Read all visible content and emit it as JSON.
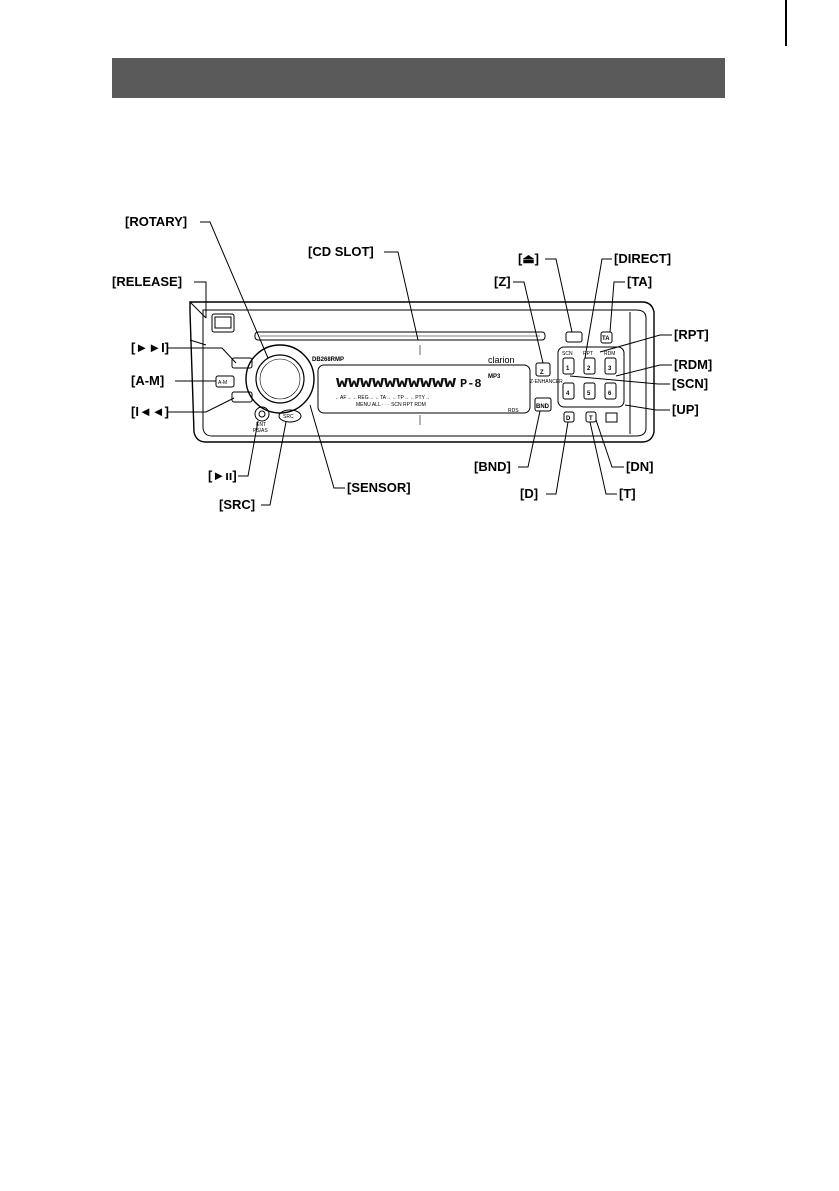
{
  "labels": {
    "rotary": "[ROTARY]",
    "release": "[RELEASE]",
    "cd_slot": "[CD SLOT]",
    "eject": "[⏏]",
    "direct": "[DIRECT]",
    "z": "[Z]",
    "ta": "[TA]",
    "next": "[►►I]",
    "am": "[A-M]",
    "prev": "[I◄◄]",
    "rpt": "[RPT]",
    "rdm": "[RDM]",
    "scn": "[SCN]",
    "up": "[UP]",
    "bnd": "[BND]",
    "dn": "[DN]",
    "d": "[D]",
    "t": "[T]",
    "play_pause": "[►ıı]",
    "sensor": "[SENSOR]",
    "src": "[SRC]"
  },
  "panel": {
    "model": "DB268RMP",
    "brand": "clarion",
    "display_chars": "WWWWWWWWWW",
    "display_preset": "P-8",
    "mp3_badge": "MP3",
    "af_row": "←AF→  ←REG→  ←TA→  ←TP→  ←PTY→",
    "menu_row": "MENU          ALL · · · SCN RPT RDM",
    "rds": "RDS",
    "ent_label": "ENT",
    "ps_as_label": "PS/AS",
    "z_key": "Z",
    "z_sub": "Z-ENHANCER",
    "bnd_key": "BND",
    "d_key": "D",
    "t_key": "T",
    "ta_key": "TA",
    "preset_1": "1",
    "preset_2": "2",
    "preset_3": "3",
    "preset_4": "4",
    "preset_5": "5",
    "preset_6": "6",
    "scn_small": "SCN",
    "rpt_small": "RPT",
    "rdm_small": "RDM",
    "src_key": "SRC",
    "am_key": "A-M"
  },
  "colors": {
    "header_bar": "#5a5a5a",
    "line": "#000000"
  }
}
